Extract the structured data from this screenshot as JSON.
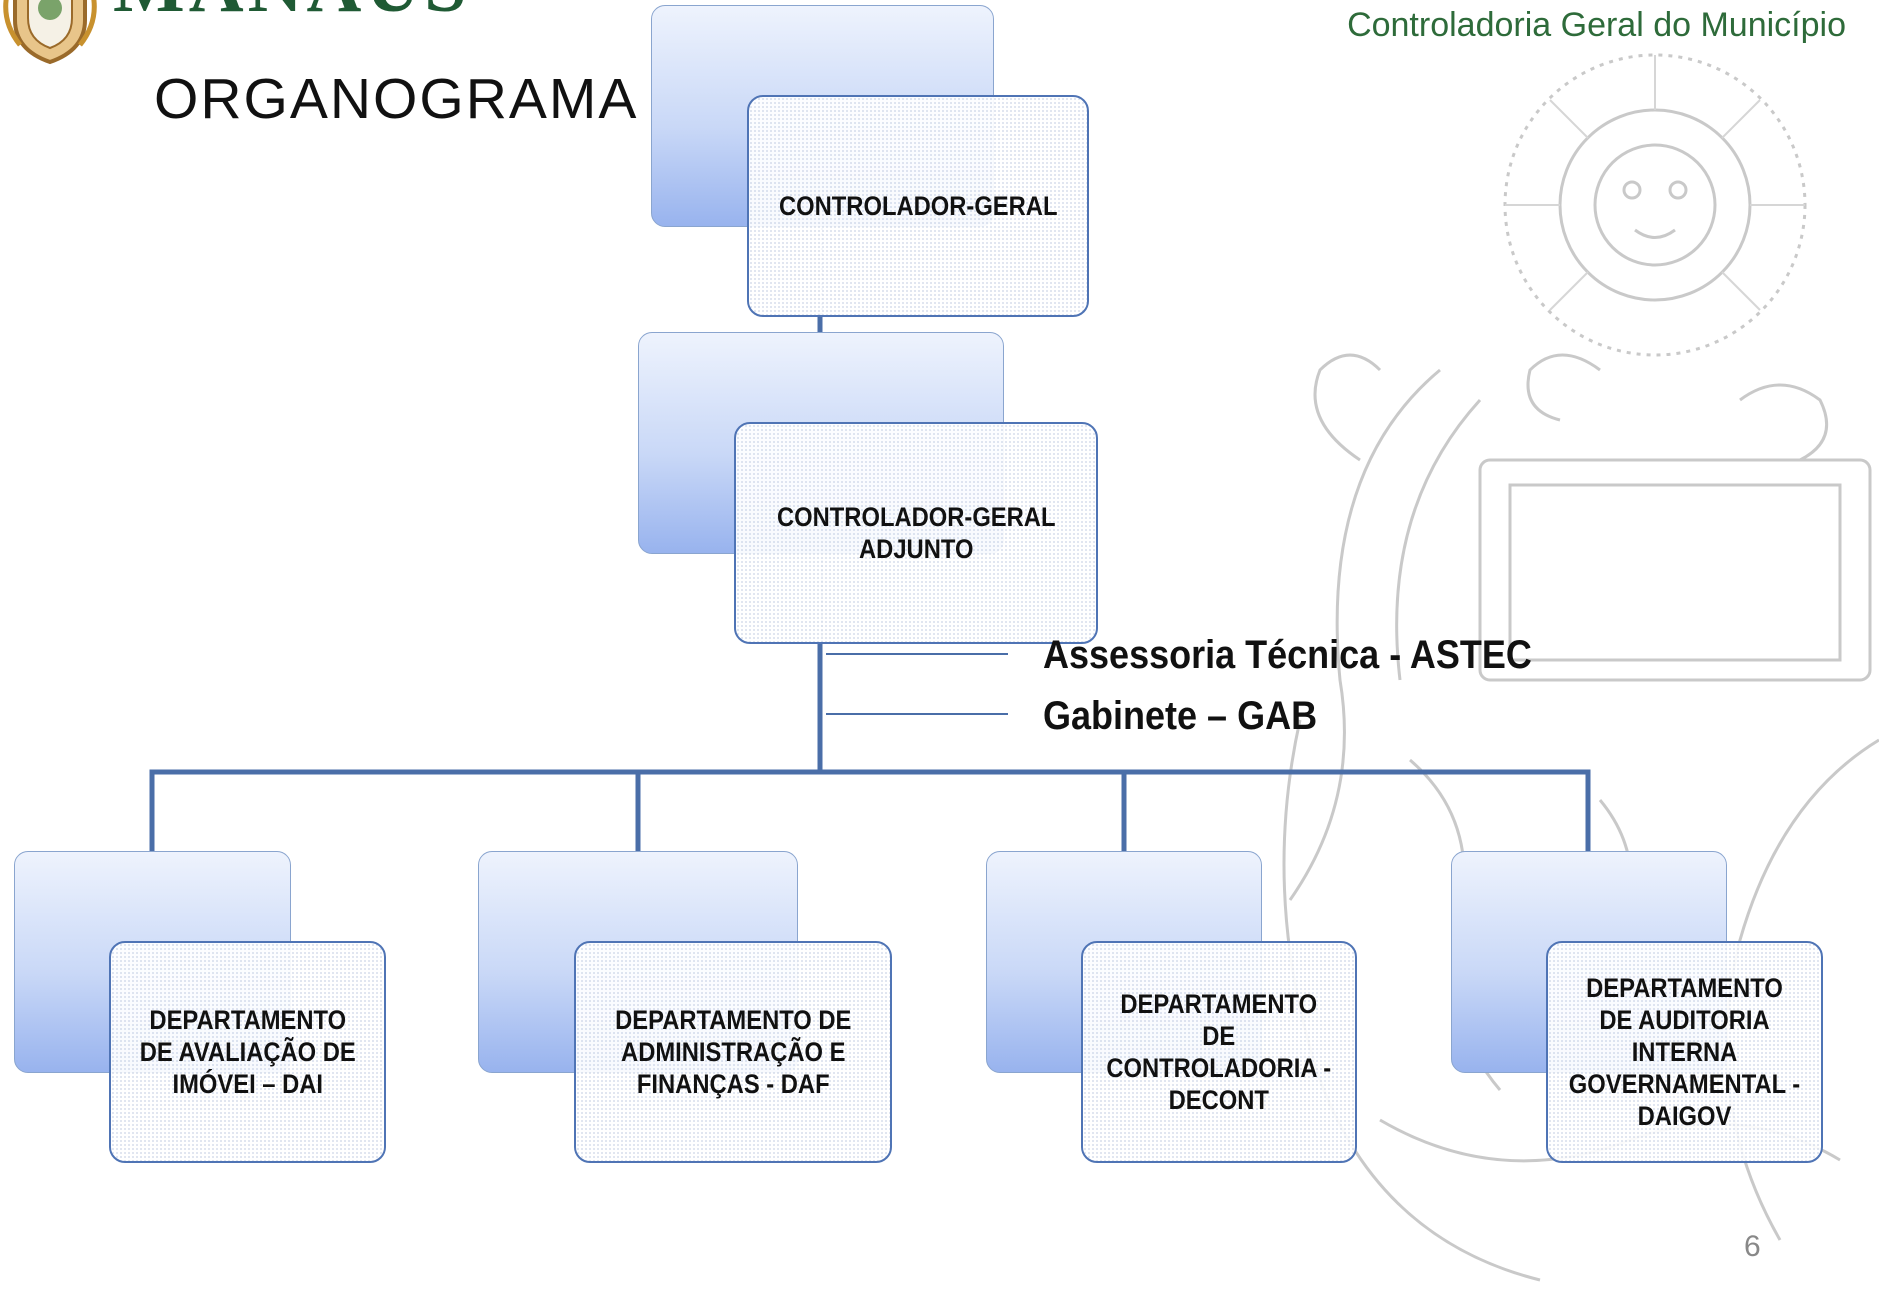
{
  "header": {
    "logo_text": "MANAUS",
    "organization": "Controladoria Geral do Município",
    "title": "ORGANOGRAMA"
  },
  "colors": {
    "connector": "#4a6ea8",
    "card_border": "#4f74b5",
    "card_back_top": "#eef3fd",
    "card_back_bottom": "#98b3ee",
    "header_green": "#2e6b3a",
    "logo_green": "#1f5a34"
  },
  "diagram": {
    "root": {
      "label": "CONTROLADOR-GERAL"
    },
    "deputy": {
      "label": "CONTROLADOR-GERAL\nADJUNTO"
    },
    "side_units": [
      {
        "label": "Assessoria Técnica - ASTEC"
      },
      {
        "label": "Gabinete – GAB"
      }
    ],
    "departments": [
      {
        "label": "DEPARTAMENTO\nDE AVALIAÇÃO DE\nIMÓVEI – DAI"
      },
      {
        "label": "DEPARTAMENTO DE\nADMINISTRAÇÃO  E\nFINANÇAS - DAF"
      },
      {
        "label": "DEPARTAMENTO\nDE\nCONTROLADORIA -\nDECONT"
      },
      {
        "label": "DEPARTAMENTO\nDE AUDITORIA\nINTERNA\nGOVERNAMENTAL -\nDAIGOV"
      }
    ]
  },
  "footer": {
    "page_number": "6"
  }
}
